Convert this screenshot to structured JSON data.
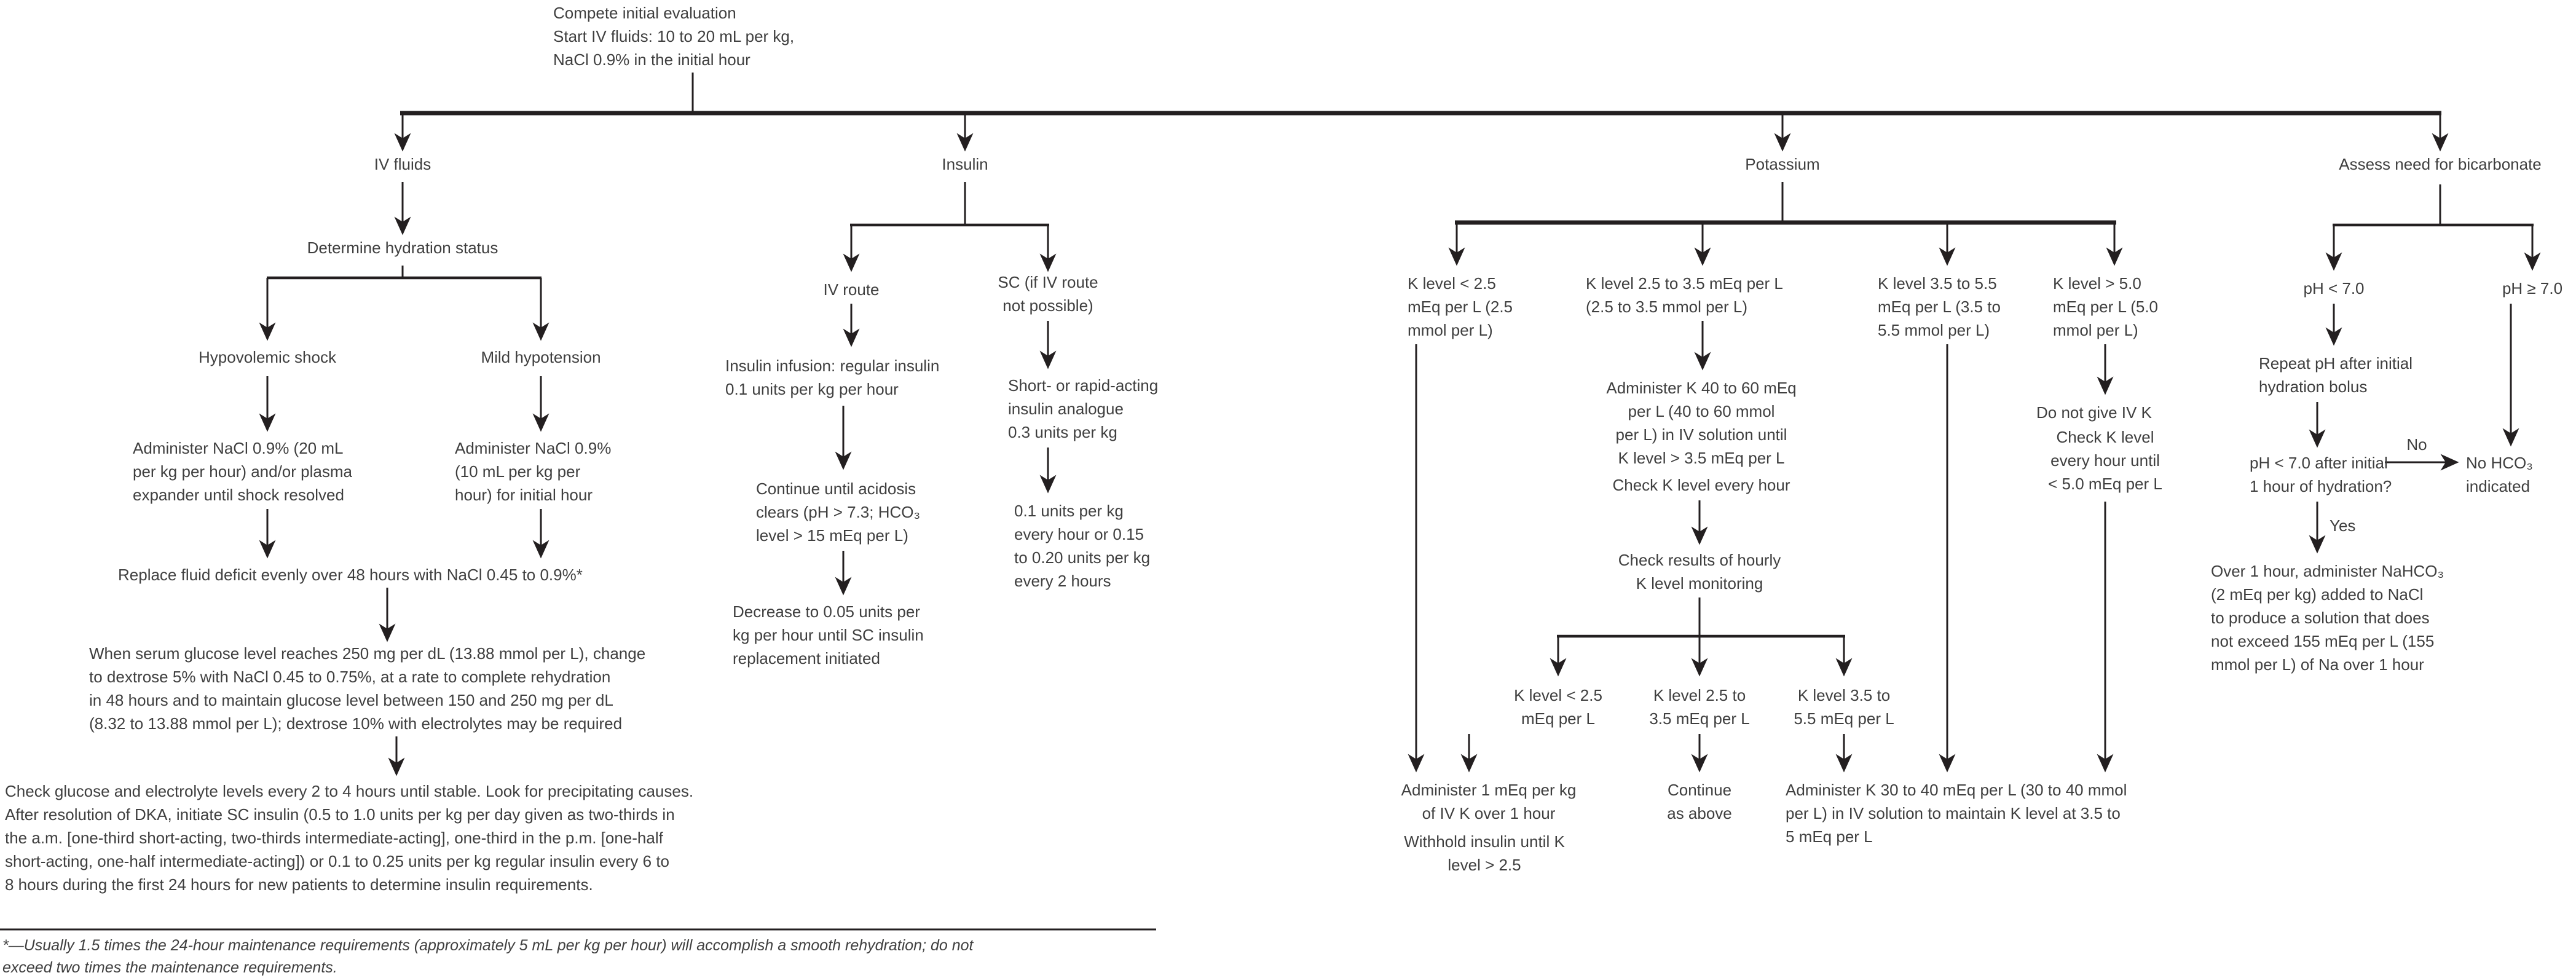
{
  "colors": {
    "background": "#ffffff",
    "line": "#231f20",
    "text": "#3f3f3f"
  },
  "start": {
    "evaluation": "Compete initial evaluation",
    "fluids": "Start IV fluids: 10 to 20 mL per kg,\nNaCl 0.9% in the initial hour"
  },
  "branches": {
    "iv_fluids": "IV fluids",
    "insulin": "Insulin",
    "potassium": "Potassium",
    "bicarbonate": "Assess need for bicarbonate"
  },
  "iv_fluids": {
    "determine": "Determine hydration status",
    "hypovolemic": "Hypovolemic shock",
    "mild": "Mild hypotension",
    "administer_shock": "Administer NaCl 0.9% (20 mL\nper kg per hour) and/or plasma\nexpander until shock resolved",
    "administer_mild": "Administer NaCl 0.9%\n(10 mL per kg per\nhour) for initial hour",
    "replace": "Replace fluid deficit evenly over 48 hours with NaCl 0.45 to 0.9%*",
    "glucose_250": "When serum glucose level reaches 250 mg per dL (13.88 mmol per L), change\nto dextrose 5% with NaCl 0.45 to 0.75%, at a rate to complete rehydration\nin 48 hours and to maintain glucose level between 150 and 250 mg per dL\n(8.32 to 13.88 mmol per L); dextrose 10% with electrolytes may be required",
    "monitoring": "Check glucose and electrolyte levels every 2 to 4 hours until stable. Look for precipitating causes.\nAfter resolution of DKA, initiate SC insulin (0.5 to 1.0 units per kg per day given as two-thirds in\nthe a.m. [one-third short-acting, two-thirds intermediate-acting], one-third in the p.m. [one-half\nshort-acting, one-half intermediate-acting]) or 0.1 to 0.25 units per kg regular insulin every 6 to\n8 hours during the first 24 hours for new patients to determine insulin requirements."
  },
  "insulin": {
    "iv_route": "IV route",
    "sc_route": "SC (if IV route\nnot possible)",
    "infusion": "Insulin infusion: regular insulin\n0.1 units per kg per hour",
    "continue_acidosis": "Continue until acidosis\nclears (pH > 7.3; HCO₃\nlevel > 15 mEq per L)",
    "decrease": "Decrease to 0.05 units per\nkg per hour until SC insulin\nreplacement initiated",
    "analogue": "Short- or rapid-acting\ninsulin analogue\n0.3 units per kg",
    "sc_dose": "0.1 units per kg\nevery hour or 0.15\nto 0.20 units per kg\nevery 2 hours"
  },
  "potassium": {
    "k_lt25": "K level < 2.5\nmEq per L (2.5\nmmol per L)",
    "k_25_35": "K level 2.5 to 3.5 mEq per L\n(2.5 to 3.5 mmol per L)",
    "k_35_55": "K level 3.5 to 5.5\nmEq per L (3.5 to\n5.5 mmol per L)",
    "k_gt50": "K level > 5.0\nmEq per L (5.0\nmmol per L)",
    "administer_k40": "Administer K 40 to 60 mEq\nper L (40 to 60 mmol\nper L) in IV solution until\nK level > 3.5 mEq per L",
    "check_hourly": "Check K level every hour",
    "check_results": "Check results of hourly\nK level monitoring",
    "sub_lt25": "K level < 2.5\nmEq per L",
    "sub_25_35": "K level 2.5 to\n3.5 mEq per L",
    "sub_35_55": "K level 3.5 to\n5.5 mEq per L",
    "administer_1meq": "Administer 1 mEq per kg\nof IV K over 1 hour",
    "withhold": "Withhold insulin until K\nlevel > 2.5",
    "continue_above": "Continue\nas above",
    "administer_k30": "Administer K 30 to 40 mEq per L (30 to 40 mmol\nper L) in IV solution to maintain K level at 3.5 to\n5 mEq per L",
    "do_not_give": "Do not give IV K",
    "check_until": "Check K level\nevery hour until\n< 5.0 mEq per L"
  },
  "bicarbonate": {
    "ph_lt7": "pH < 7.0",
    "ph_gte7": "pH ≥ 7.0",
    "repeat_ph": "Repeat pH after initial\nhydration bolus",
    "question": "pH < 7.0 after initial\n1 hour of hydration?",
    "no": "No",
    "yes": "Yes",
    "no_hco3": "No HCO₃\nindicated",
    "nahco3": "Over 1 hour, administer NaHCO₃\n(2 mEq per kg) added to NaCl\nto produce a solution that does\nnot exceed 155 mEq per L (155\nmmol per L) of Na over 1 hour"
  },
  "footnote": "*—Usually 1.5 times the 24-hour maintenance requirements (approximately 5 mL per kg per hour) will accomplish a smooth rehydration; do not\nexceed two times the maintenance requirements."
}
